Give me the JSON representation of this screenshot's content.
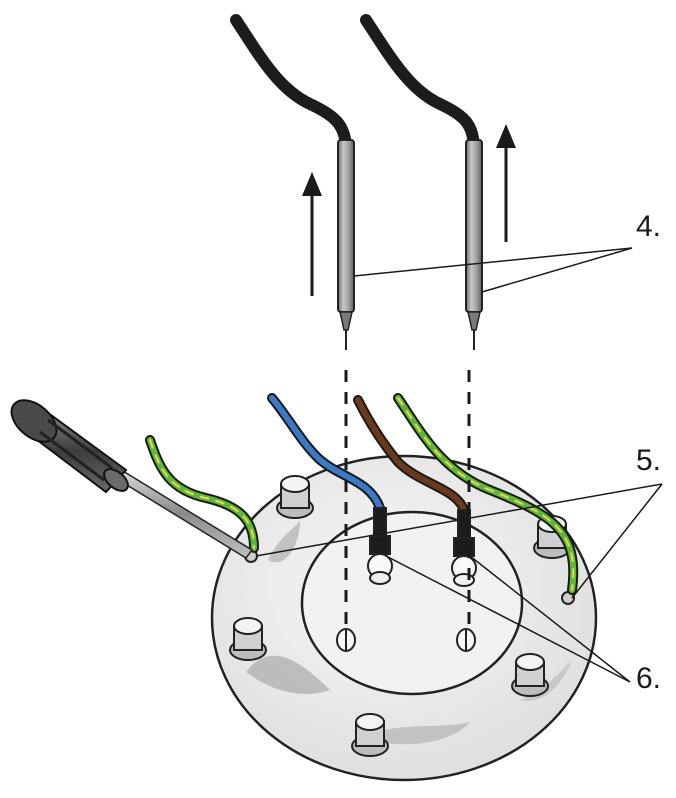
{
  "callouts": {
    "probes": "4.",
    "ground_screws": "5.",
    "element_terminals": "6."
  },
  "colors": {
    "cable": "#1c1c1c",
    "probe_body": "#9a9a9a",
    "flange": "#ececec",
    "wire_blue": "#3a78c8",
    "wire_brown": "#6b3a1a",
    "wire_green": "#5cb83a",
    "wire_yellow": "#e8dc3a",
    "screwdriver_handle": "#5a5a5a"
  }
}
